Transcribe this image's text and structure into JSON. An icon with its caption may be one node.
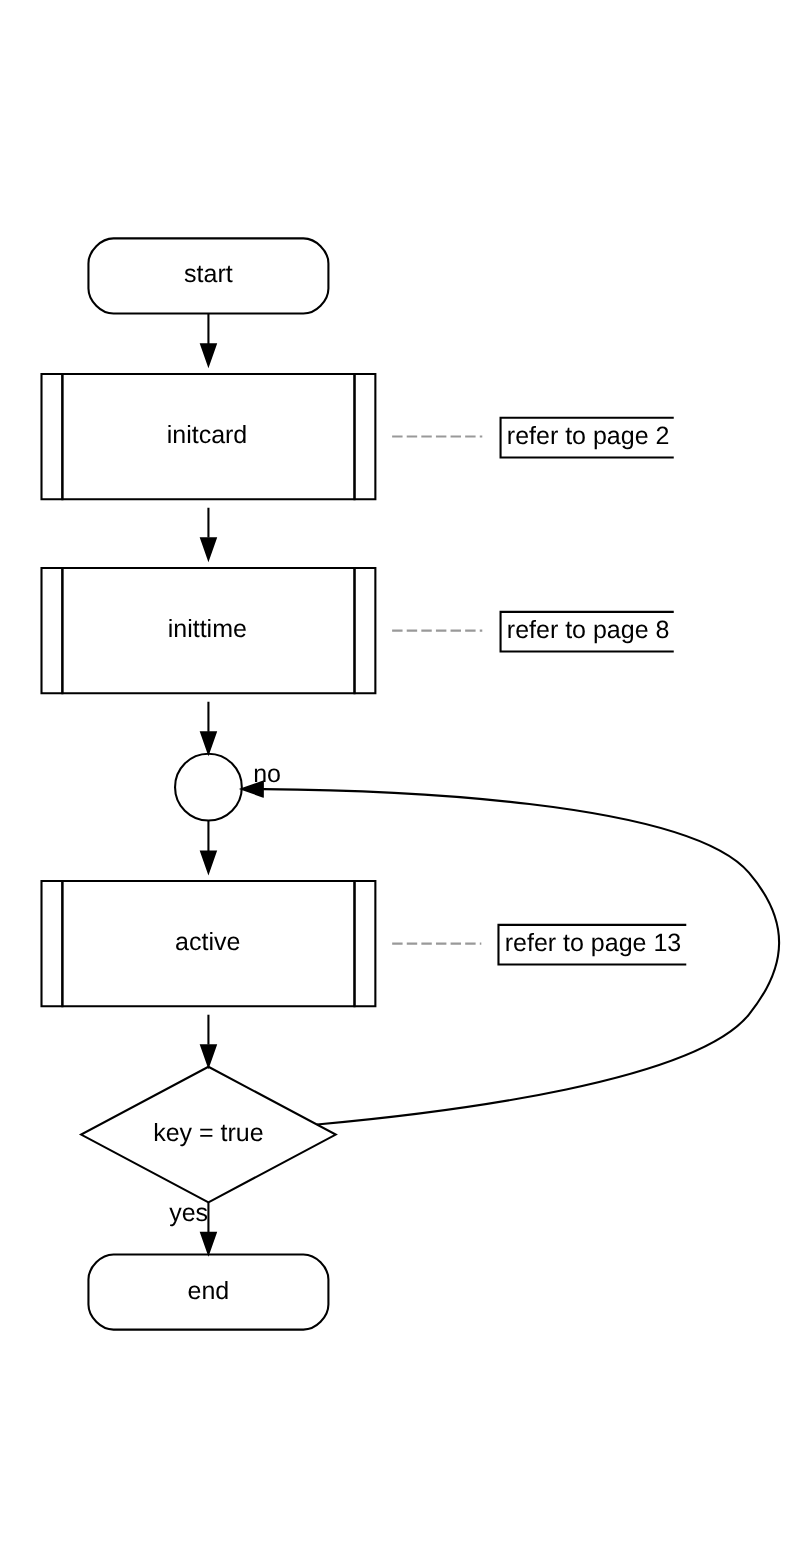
{
  "diagram": {
    "nodes": [
      {
        "text": [
          "start"
        ]
      },
      {
        "text": [
          "initcard"
        ]
      },
      {
        "text": [
          "inittime"
        ]
      },
      {
        "text": [],
        "shape": "circle"
      },
      {
        "text": [
          "active"
        ]
      },
      {
        "text": [
          "key = true"
        ]
      },
      {
        "text": [
          "end"
        ]
      },
      {
        "text": [
          "refer to page 2"
        ]
      },
      {
        "text": [
          "refer to page 8"
        ]
      },
      {
        "text": [
          "refer to page 13"
        ]
      }
    ],
    "edges": [
      {
        "from": 0,
        "to": 1,
        "arrow": "to"
      },
      {
        "from": 1,
        "to": 2,
        "arrow": "to"
      },
      {
        "from": 2,
        "to": 3,
        "arrow": "to"
      },
      {
        "from": 3,
        "to": 4,
        "arrow": "to"
      },
      {
        "from": 4,
        "to": 5,
        "arrow": "to"
      },
      {
        "from": 5,
        "to": 6,
        "label": "yes",
        "arrow": "to"
      },
      {
        "from": 5,
        "to": 3,
        "label": "no",
        "arrow": "to"
      },
      {
        "from": 1,
        "to": 7,
        "arrow": "none",
        "style": "dashed",
        "color": "#999999"
      },
      {
        "from": 2,
        "to": 8,
        "arrow": "none",
        "style": "dashed",
        "color": "#999999"
      },
      {
        "from": 4,
        "to": 9,
        "arrow": "none",
        "style": "dashed",
        "color": "#999999"
      }
    ]
  }
}
